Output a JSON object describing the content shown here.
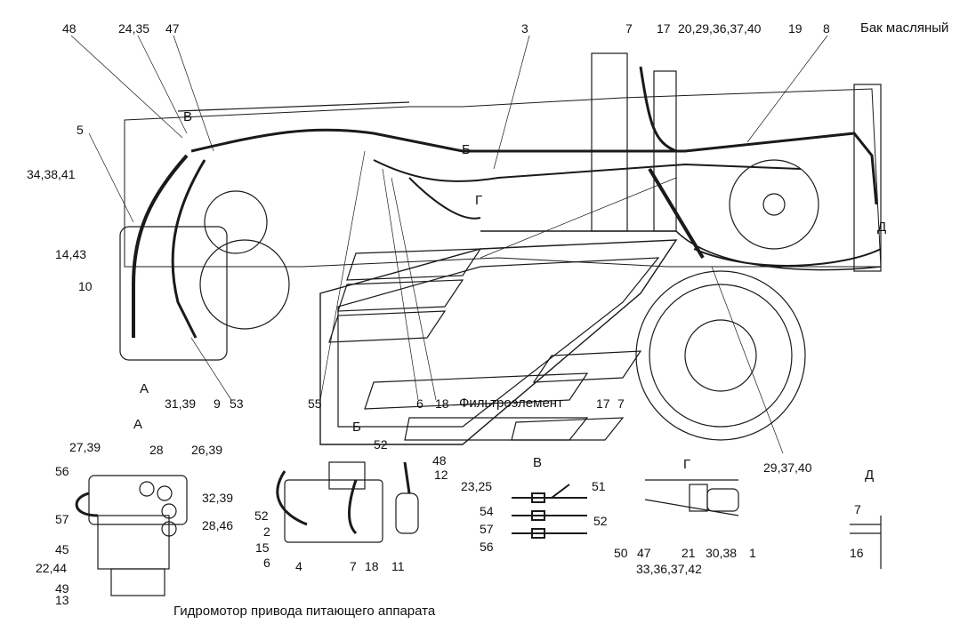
{
  "colors": {
    "line": "#1a1a1a",
    "hatch": "#333333",
    "background": "#ffffff"
  },
  "captions": {
    "oil_tank": "Бак масляный",
    "filter_element": "Фильтроэлемент",
    "hydromotor": "Гидромотор привода питающего аппарата"
  },
  "views": {
    "a": "А",
    "b": "Б",
    "v": "В",
    "g": "Г",
    "d": "Д"
  },
  "callouts": {
    "top": [
      "48",
      "24,35",
      "47",
      "3",
      "7",
      "17",
      "20,29,36,37,40",
      "19",
      "8"
    ],
    "left": [
      "5",
      "34,38,41",
      "14,43",
      "10"
    ],
    "main_bottom": [
      "31,39",
      "9",
      "53",
      "55",
      "6",
      "18",
      "17",
      "7",
      "29,37,40"
    ],
    "view_a": [
      "27,39",
      "56",
      "28",
      "26,39",
      "32,39",
      "57",
      "28,46",
      "45",
      "22,44",
      "49",
      "13"
    ],
    "view_b": [
      "52",
      "48",
      "12",
      "52",
      "2",
      "15",
      "6",
      "4",
      "7",
      "18",
      "11"
    ],
    "view_v": [
      "23,25",
      "51",
      "54",
      "52",
      "57",
      "56"
    ],
    "view_g": [
      "50",
      "47",
      "21",
      "30,38",
      "1",
      "33,36,37,42"
    ],
    "view_d": [
      "7",
      "16"
    ]
  }
}
